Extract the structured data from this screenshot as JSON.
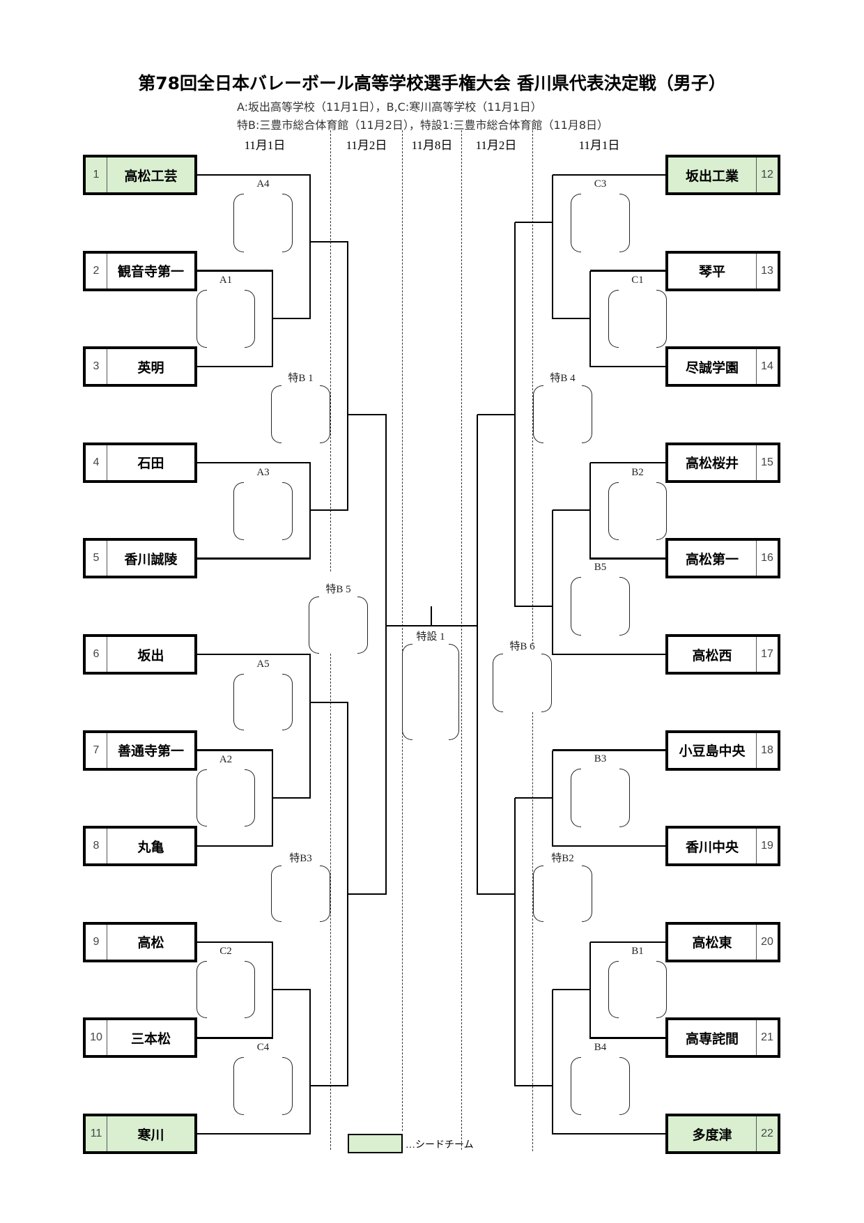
{
  "title": "第78回全日本バレーボール高等学校選手権大会 香川県代表決定戦（男子）",
  "venues": [
    "A:坂出高等学校（11月1日），B,C:寒川高等学校（11月1日）",
    "特B:三豊市総合体育館（11月2日），特設1:三豊市総合体育館（11月8日）"
  ],
  "dates": [
    "11月1日",
    "11月2日",
    "11月8日",
    "11月2日",
    "11月1日"
  ],
  "teams": [
    {
      "num": "1",
      "name": "高松工芸",
      "seed": true
    },
    {
      "num": "2",
      "name": "観音寺第一",
      "seed": false
    },
    {
      "num": "3",
      "name": "英明",
      "seed": false
    },
    {
      "num": "4",
      "name": "石田",
      "seed": false
    },
    {
      "num": "5",
      "name": "香川誠陵",
      "seed": false
    },
    {
      "num": "6",
      "name": "坂出",
      "seed": false
    },
    {
      "num": "7",
      "name": "善通寺第一",
      "seed": false
    },
    {
      "num": "8",
      "name": "丸亀",
      "seed": false
    },
    {
      "num": "9",
      "name": "高松",
      "seed": false
    },
    {
      "num": "10",
      "name": "三本松",
      "seed": false
    },
    {
      "num": "11",
      "name": "寒川",
      "seed": true
    },
    {
      "num": "12",
      "name": "坂出工業",
      "seed": true
    },
    {
      "num": "13",
      "name": "琴平",
      "seed": false
    },
    {
      "num": "14",
      "name": "尽誠学園",
      "seed": false
    },
    {
      "num": "15",
      "name": "高松桜井",
      "seed": false
    },
    {
      "num": "16",
      "name": "高松第一",
      "seed": false
    },
    {
      "num": "17",
      "name": "高松西",
      "seed": false
    },
    {
      "num": "18",
      "name": "小豆島中央",
      "seed": false
    },
    {
      "num": "19",
      "name": "香川中央",
      "seed": false
    },
    {
      "num": "20",
      "name": "高松東",
      "seed": false
    },
    {
      "num": "21",
      "name": "高専詫間",
      "seed": false
    },
    {
      "num": "22",
      "name": "多度津",
      "seed": true
    }
  ],
  "matches": [
    "A4",
    "A1",
    "特B 1",
    "A3",
    "特B 5",
    "A5",
    "A2",
    "特B3",
    "C2",
    "C4",
    "特設 1",
    "C3",
    "C1",
    "特B 4",
    "B2",
    "B5",
    "特B 6",
    "B3",
    "特B2",
    "B1",
    "B4"
  ],
  "legend": {
    "label": "…シードチーム",
    "seed_color": "#d9efd0"
  }
}
